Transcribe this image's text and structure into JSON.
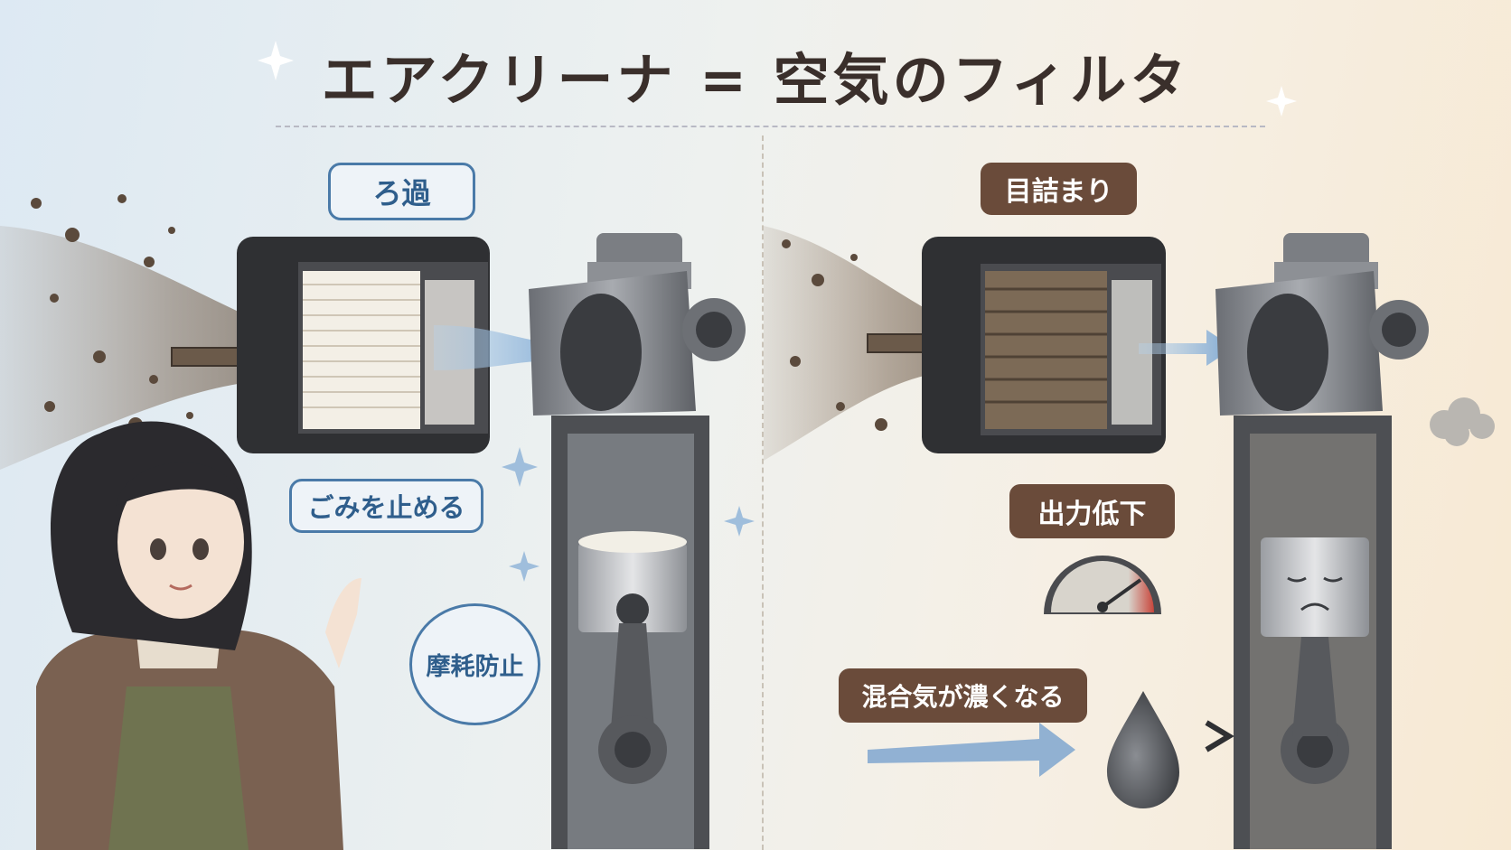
{
  "title": "エアクリーナ = 空気のフィルタ",
  "left_panel": {
    "label_filtration": "ろ過",
    "label_block_dust": "ごみを止める",
    "label_wear_prevention": "摩耗防止"
  },
  "right_panel": {
    "label_clogging": "目詰まり",
    "label_power_drop": "出力低下",
    "label_rich_mixture": "混合気が濃くなる"
  },
  "colors": {
    "blue_accent": "#4a7aa8",
    "brown_accent": "#6a4b3a",
    "title_text": "#3a2f2b"
  },
  "icons": [
    "sparkle-icon",
    "dust-particle-icon",
    "air-arrow-icon",
    "speedometer-icon",
    "fuel-drop-icon",
    "smoke-puff-icon",
    "sad-face-icon"
  ]
}
